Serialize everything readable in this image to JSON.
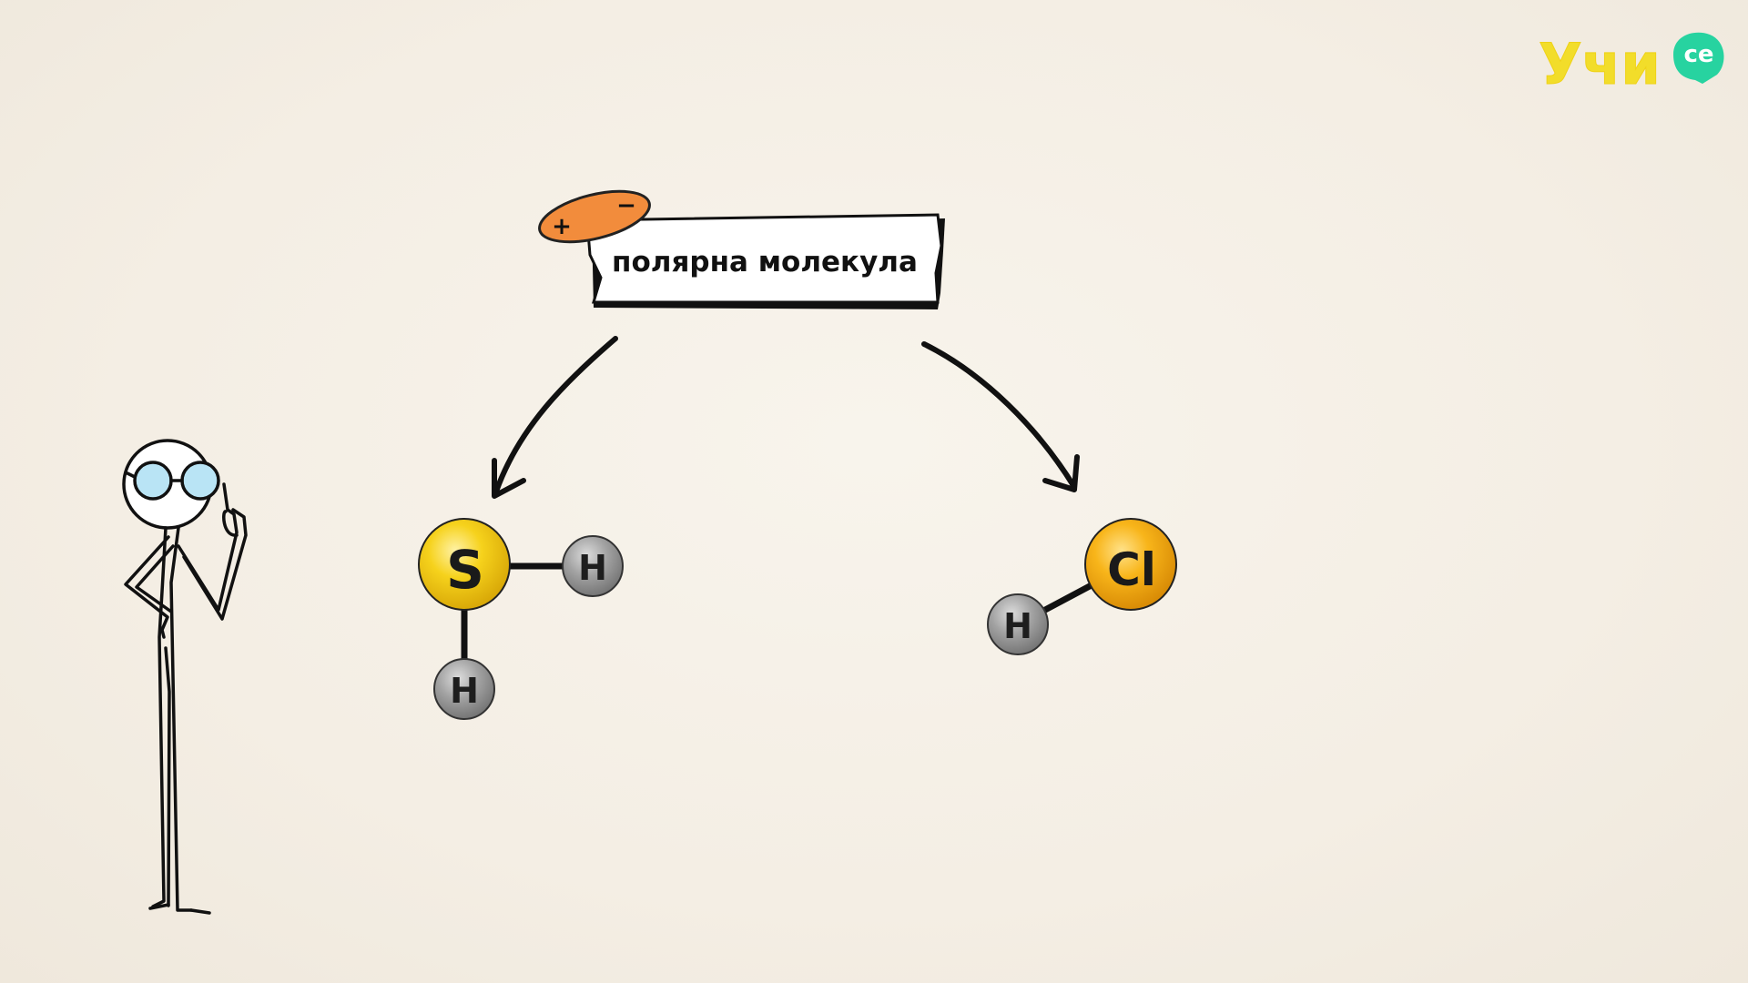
{
  "label": {
    "text": "полярна молекула",
    "plus": "+",
    "minus": "−"
  },
  "molecule_h2s": {
    "central": "S",
    "hydrogen_1": "H",
    "hydrogen_2": "H"
  },
  "molecule_hcl": {
    "central": "Cl",
    "hydrogen": "H"
  },
  "logo": {
    "main": "Учи",
    "bubble": "се"
  },
  "colors": {
    "background": "#f5f0e6",
    "sulfur": "#f6c915",
    "chlorine": "#f7b318",
    "hydrogen": "#9a9a9a",
    "dipole": "#f28c3c",
    "logo_yellow": "#f2dd2a",
    "logo_green": "#27d3a0",
    "glasses": "#b9e4f5"
  }
}
